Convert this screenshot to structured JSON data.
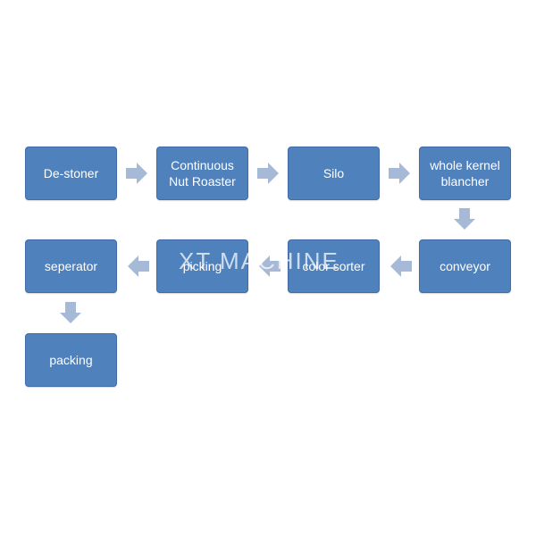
{
  "diagram": {
    "nodes": {
      "destoner": "De-stoner",
      "roaster": "Continuous Nut Roaster",
      "silo": "Silo",
      "blancher": "whole kernel blancher",
      "conveyor": "conveyor",
      "color_sorter": "color sorter",
      "picking": "picking",
      "seperator": "seperator",
      "packing": "packing"
    },
    "watermark": "XT MACHINE",
    "colors": {
      "node_fill": "#4f81bd",
      "node_text": "#ffffff",
      "arrow_fill": "#a6b9d6"
    },
    "arrow_icon": "block-arrow-icon"
  }
}
